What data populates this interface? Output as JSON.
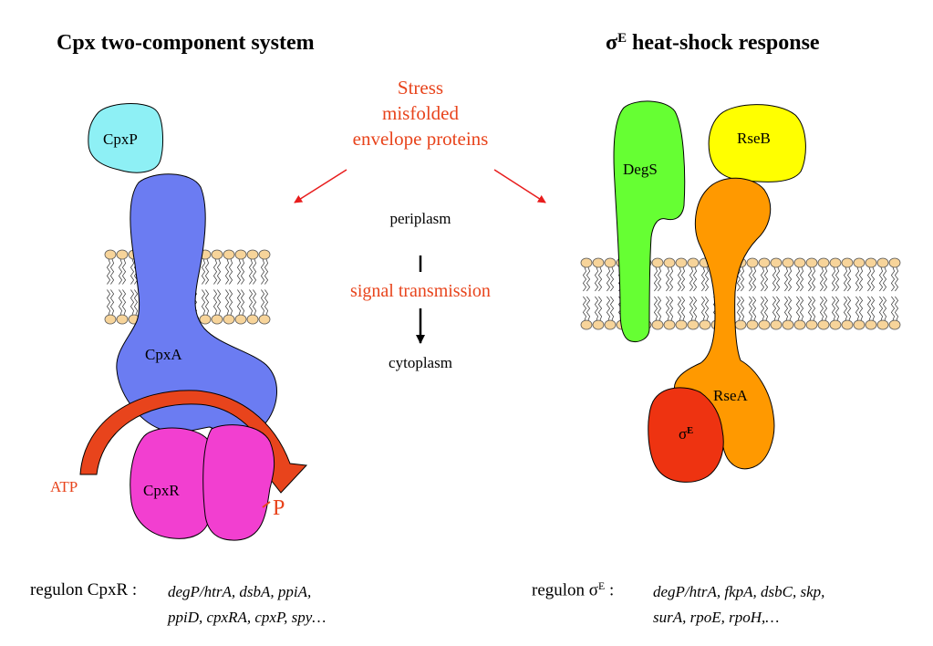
{
  "titles": {
    "left": "Cpx two-component system",
    "right_symbol": "σ",
    "right_sup": "E",
    "right_text": "heat-shock response"
  },
  "stress": [
    "Stress",
    "misfolded",
    "envelope proteins"
  ],
  "center": {
    "periplasm": "periplasm",
    "signal": "signal transmission",
    "cytoplasm": "cytoplasm"
  },
  "cpx": {
    "cpxP": "CpxP",
    "cpxA": "CpxA",
    "cpxR": "CpxR",
    "atp": "ATP",
    "p": "P"
  },
  "sigmaE": {
    "degS": "DegS",
    "rseB": "RseB",
    "rseA": "RseA",
    "sigma_symbol": "σ",
    "sigma_sup": "E"
  },
  "regulons": {
    "cpx_label": "regulon CpxR :",
    "cpx_genes_line1": "degP/htrA, dsbA, ppiA,",
    "cpx_genes_line2": "ppiD, cpxRA, cpxP, spy…",
    "sigma_label_prefix": "regulon σ",
    "sigma_label_sup": "E",
    "sigma_label_suffix": " :",
    "sigma_genes_line1": "degP/htrA, fkpA, dsbC, skp,",
    "sigma_genes_line2": "surA, rpoE, rpoH,…"
  },
  "colors": {
    "cpxP": "#8ef0f5",
    "cpxA": "#6b7cf2",
    "cpxR": "#f23fd0",
    "arrow": "#e8441c",
    "degS": "#66ff33",
    "rseB": "#ffff00",
    "rseA": "#ff9900",
    "sigmaE": "#ee3311",
    "lipid_head": "#f7d49a"
  }
}
